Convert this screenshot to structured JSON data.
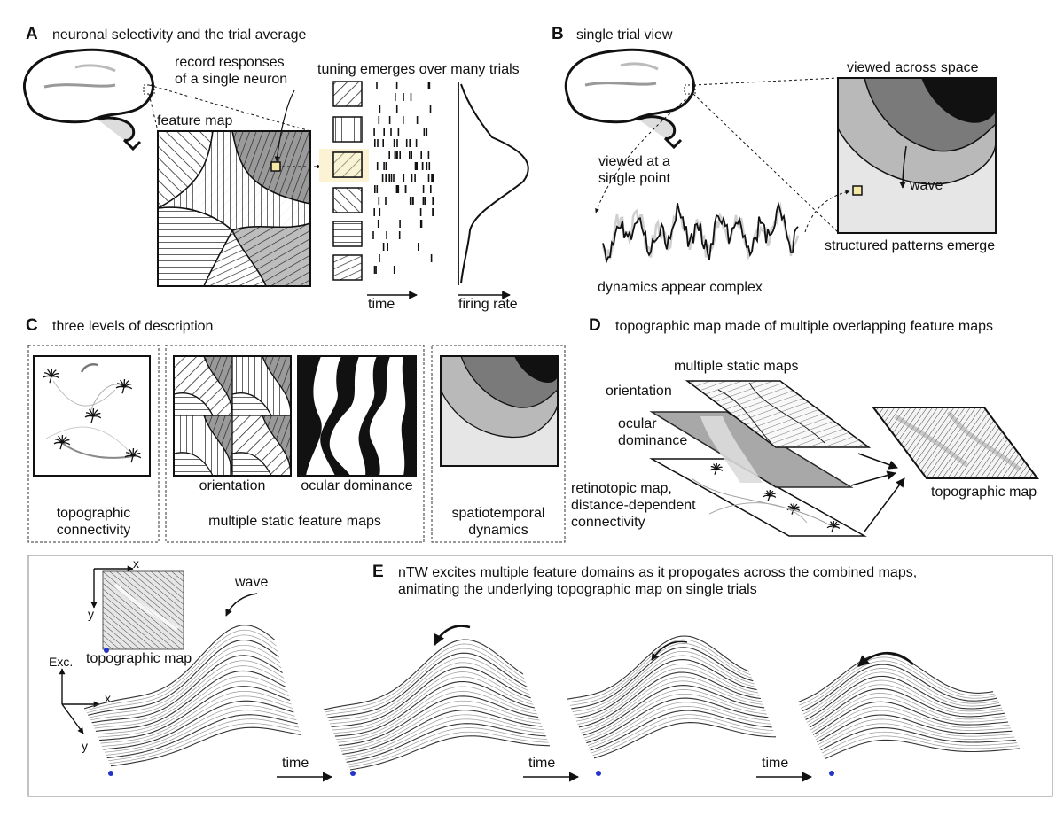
{
  "panels": {
    "A": {
      "letter": "A",
      "title": "neuronal selectivity and the trial average",
      "record_line1": "record responses",
      "record_line2": "of a single neuron",
      "tuning": "tuning emerges over many trials",
      "feature_map": "feature map",
      "time": "time",
      "firing_rate": "firing rate"
    },
    "B": {
      "letter": "B",
      "title": "single trial view",
      "across_space": "viewed across space",
      "single_point_line1": "viewed at a",
      "single_point_line2": "single point",
      "wave": "wave",
      "structured": "structured patterns emerge",
      "complex": "dynamics appear complex"
    },
    "C": {
      "letter": "C",
      "title": "three levels of description",
      "topo_line1": "topographic",
      "topo_line2": "connectivity",
      "orientation": "orientation",
      "ocular": "ocular dominance",
      "multiple": "multiple static feature maps",
      "spatio_line1": "spatiotemporal",
      "spatio_line2": "dynamics"
    },
    "D": {
      "letter": "D",
      "title": "topographic map made of multiple overlapping feature maps",
      "static_maps": "multiple static maps",
      "orientation": "orientation",
      "ocular_line1": "ocular",
      "ocular_line2": "dominance",
      "retino_line1": "retinotopic map,",
      "retino_line2": "distance-dependent",
      "retino_line3": "connectivity",
      "topo_map": "topographic map"
    },
    "E": {
      "letter": "E",
      "title_line1": "nTW excites multiple feature domains as it propogates across the combined maps,",
      "title_line2": "animating the underlying topographic map on single trials",
      "wave": "wave",
      "topo_map": "topographic map",
      "x": "x",
      "y": "y",
      "exc": "Exc.",
      "time": "time"
    }
  },
  "colors": {
    "highlight": "#f5e7a6",
    "highlight_band": "#fbf3d3",
    "gray_light": "#e3e3e3",
    "gray_mid": "#b5b5b5",
    "gray_dark": "#6f6f6f",
    "black": "#111111",
    "dot": "#2233cc"
  }
}
